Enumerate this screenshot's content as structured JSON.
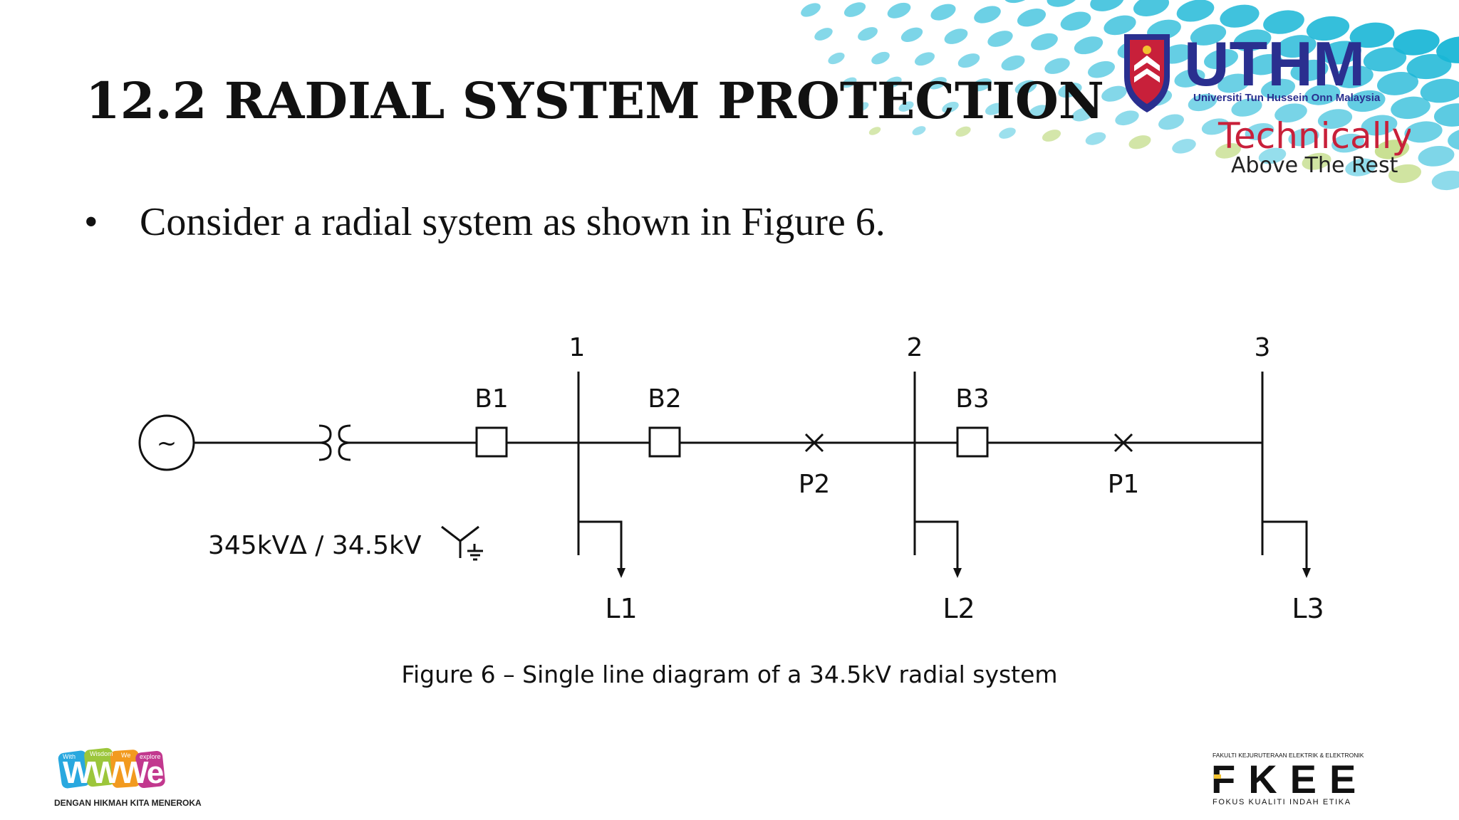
{
  "slide": {
    "title": "12.2 RADIAL SYSTEM PROTECTION",
    "bullet_symbol": "•",
    "bullet_text": "Consider a radial system as shown in Figure 6.",
    "caption": "Figure 6 – Single line diagram of a 34.5kV radial system"
  },
  "diagram": {
    "buses": [
      "1",
      "2",
      "3"
    ],
    "breakers": [
      "B1",
      "B2",
      "B3"
    ],
    "fault_points": [
      "P2",
      "P1"
    ],
    "loads": [
      "L1",
      "L2",
      "L3"
    ],
    "generator_symbol": "~",
    "transformer_rating": "345kVΔ / 34.5kV"
  },
  "branding": {
    "university_name": "UTHM",
    "university_full": "Universiti Tun Hussein Onn Malaysia",
    "tagline_1": "Technically",
    "tagline_2": "Above The Rest",
    "faculty_full": "FAKULTI KEJURUTERAAN ELEKTRIK & ELEKTRONIK",
    "faculty_abbr": "FKEE",
    "faculty_motto": "FOKUS KUALITI INDAH ETIKA",
    "www_words": [
      "With",
      "Wisdom",
      "We",
      "explore"
    ],
    "www_letters": "WWWe",
    "www_slogan": "DENGAN HIKMAH KITA MENEROKA"
  },
  "colors": {
    "uthm_blue": "#2a2f8f",
    "tagline_red": "#c8203a",
    "deco_cyan": "#19b6d6",
    "deco_green": "#9cc63b"
  }
}
